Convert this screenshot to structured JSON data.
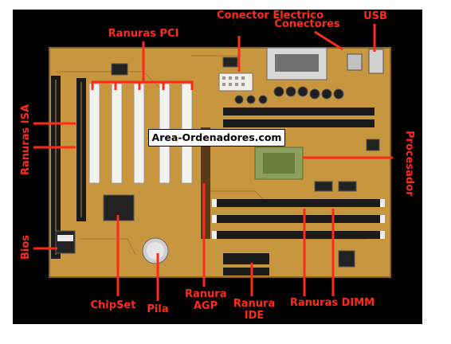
{
  "labels": {
    "site": "Area-Ordenadores.com",
    "conector_electrico": "Conector Electrico",
    "conectores": "Conectores",
    "usb": "USB",
    "ranuras_pci": "Ranuras PCI",
    "ranuras_isa": "Ranuras ISA",
    "procesador": "Procesador",
    "bios": "Bios",
    "chipset": "ChipSet",
    "pila": "Pila",
    "ranura_agp": "Ranura AGP",
    "ranura_ide": "Ranura IDE",
    "ranuras_dimm": "Ranuras DIMM"
  },
  "colors": {
    "label_red": "#ff2a1a",
    "board_gold": "#c8963e",
    "frame": "#000000"
  }
}
